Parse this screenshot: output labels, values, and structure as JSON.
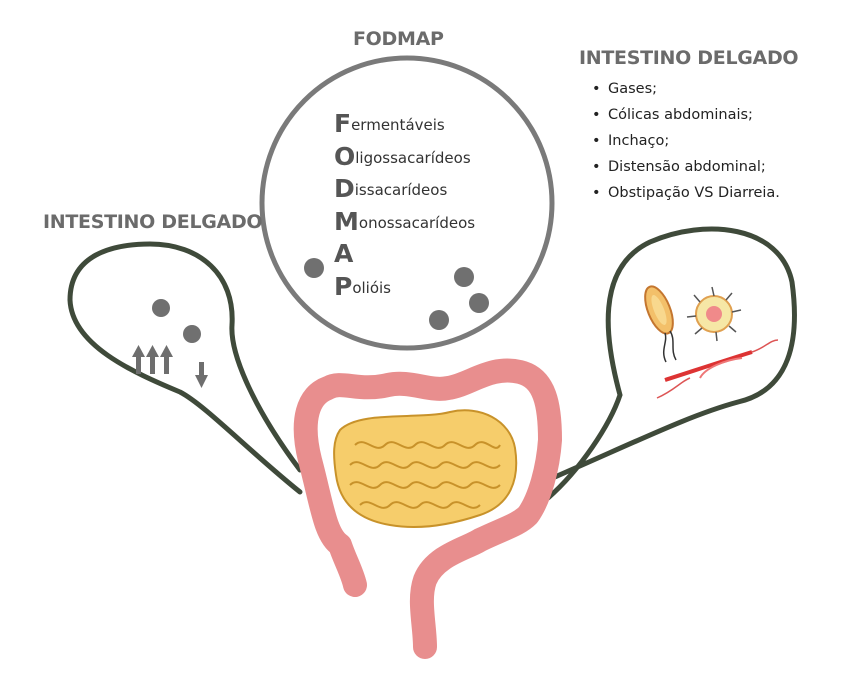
{
  "fodmap_title": "FODMAP",
  "left_heading": "INTESTINO DELGADO",
  "right_heading": "INTESTINO DELGADO",
  "fodmap_items": [
    {
      "letter": "F",
      "rest": "ermentáveis"
    },
    {
      "letter": "O",
      "rest": "ligossacarídeos"
    },
    {
      "letter": "D",
      "rest": "issacarídeos"
    },
    {
      "letter": "M",
      "rest": "onossacarídeos"
    },
    {
      "letter": "A",
      "rest": ""
    },
    {
      "letter": "P",
      "rest": "olióis"
    }
  ],
  "symptoms": [
    "Gases;",
    "Cólicas abdominais;",
    "Inchaço;",
    "Distensão abdominal;",
    "Obstipação VS Diarreia."
  ],
  "icons": [
    "large-intestine-icon",
    "small-intestine-icon",
    "up-arrow-icon",
    "down-arrow-icon",
    "bacteria-icon"
  ],
  "colors": {
    "heading": "#6b6b6b",
    "bubble_outline": "#3f4a3a",
    "circle_outline": "#7a7a7a",
    "dots": "#707070",
    "colon": "#e88e8e",
    "small_intestine": "#f6cd6b",
    "arrows": "#6e6e6e"
  }
}
